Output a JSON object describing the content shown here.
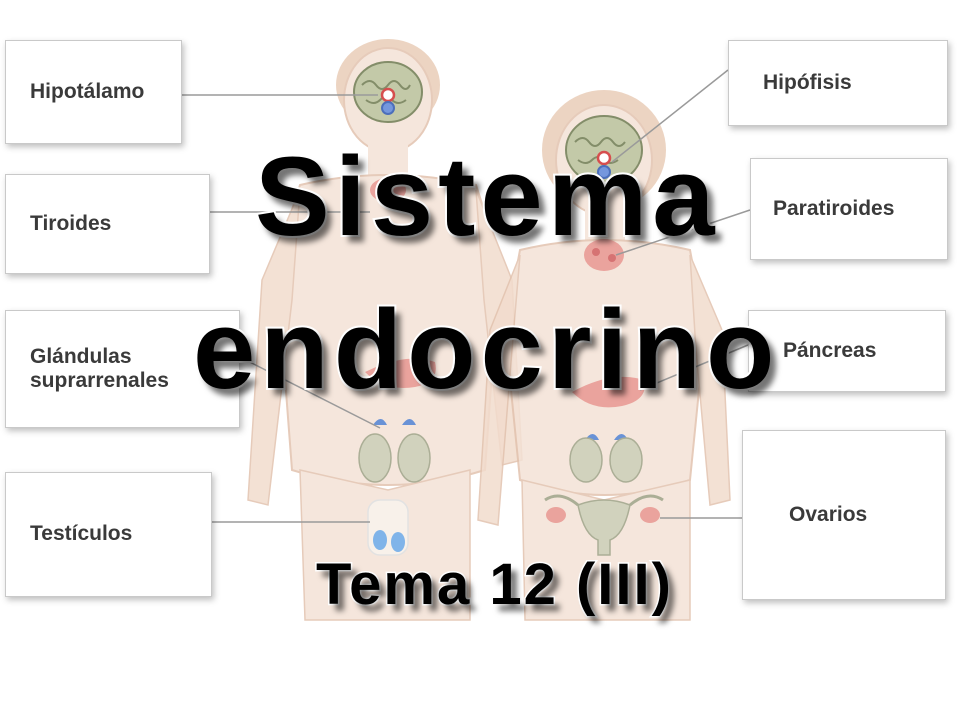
{
  "slide": {
    "title_line1": "Sistema",
    "title_line2": "endocrino",
    "subtitle": "Tema 12 (III)"
  },
  "labels": {
    "hipotalamo": "Hipotálamo",
    "tiroides": "Tiroides",
    "suprarrenales": "Glándulas\nsuprarrenales",
    "testiculos": "Testículos",
    "hipofisis": "Hipófisis",
    "paratiroides": "Paratiroides",
    "pancreas": "Páncreas",
    "ovarios": "Ovarios"
  },
  "colors": {
    "skin": "#f4e2d6",
    "skin_outline": "#e2c2ae",
    "hair": "#d7a27c",
    "brain": "#b9c09a",
    "gland_red": "#e7948c",
    "gland_blue": "#4f7fd0",
    "kidney": "#c9cbb2"
  }
}
